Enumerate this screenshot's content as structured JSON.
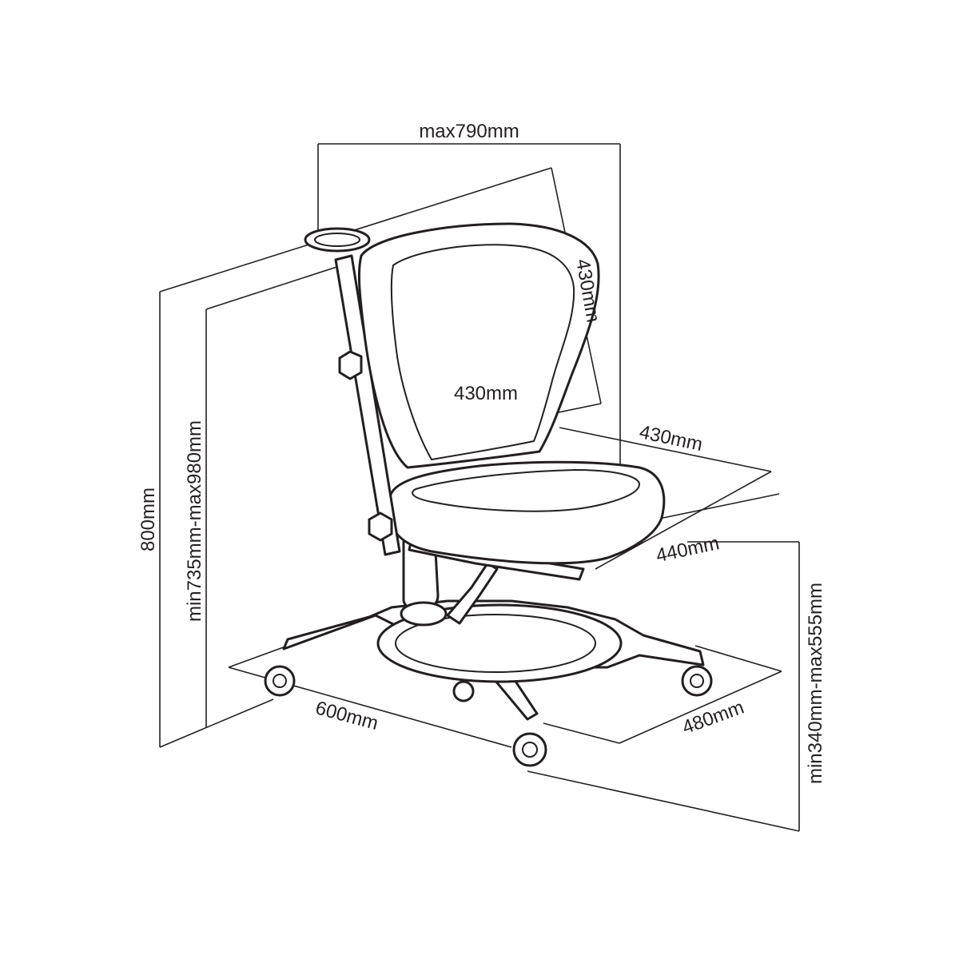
{
  "dimensions": {
    "top_width": "max790mm",
    "back_height": "430mm",
    "back_width": "430mm",
    "seat_depth": "430mm",
    "seat_width": "440mm",
    "total_height": "800mm",
    "back_range": "min735mm-max980mm",
    "seat_height_range": "min340mm-max555mm",
    "base_length": "600mm",
    "base_width": "480mm"
  },
  "colors": {
    "line": "#231f20",
    "background": "#ffffff"
  },
  "icons": {
    "figure": "chair-diagram-icon"
  }
}
